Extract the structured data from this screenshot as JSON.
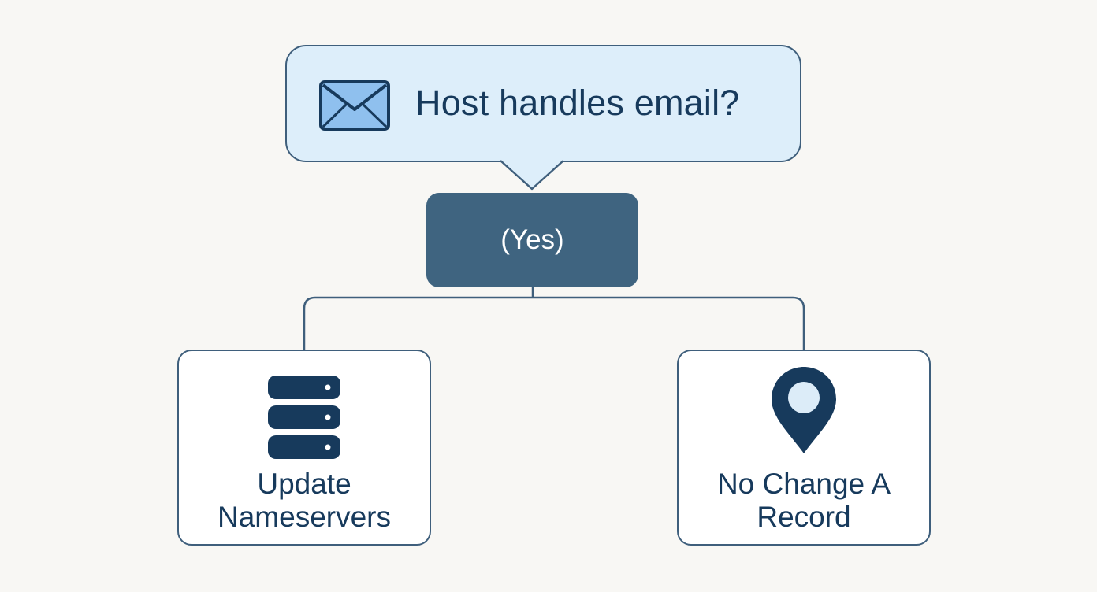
{
  "question": {
    "text": "Host handles email?",
    "icon": "envelope-icon"
  },
  "answer": {
    "text": "(Yes)"
  },
  "outcomes": [
    {
      "line1": "Update",
      "line2": "Nameservers",
      "icon": "server-icon"
    },
    {
      "line1": "No Change A",
      "line2": "Record",
      "icon": "map-pin-icon"
    }
  ],
  "colors": {
    "background": "#f8f7f4",
    "question_fill": "#ddeefa",
    "answer_fill": "#3f6480",
    "border": "#3f5f7c",
    "icon_dark": "#173a5c",
    "text": "#173a5c"
  }
}
